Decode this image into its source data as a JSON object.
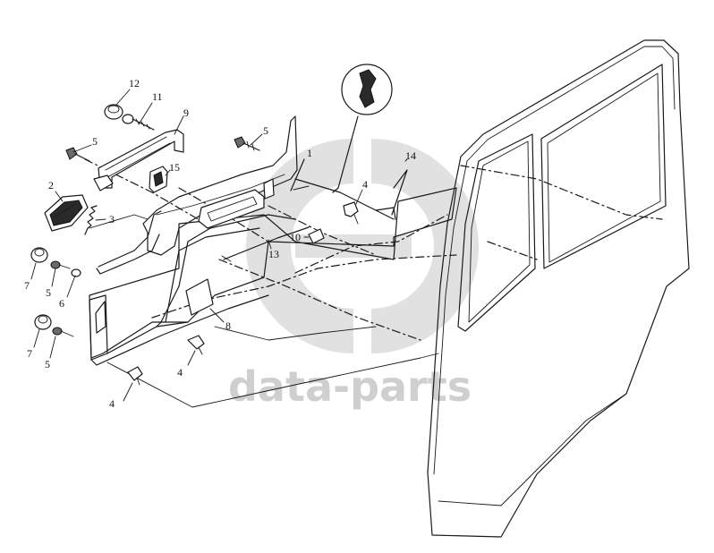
{
  "watermark": {
    "text": "data-parts"
  },
  "callouts": [
    {
      "id": "c12",
      "label": "12"
    },
    {
      "id": "c11",
      "label": "11"
    },
    {
      "id": "c9",
      "label": "9"
    },
    {
      "id": "c5a",
      "label": "5"
    },
    {
      "id": "c5b",
      "label": "5"
    },
    {
      "id": "c15",
      "label": "15"
    },
    {
      "id": "c1",
      "label": "1"
    },
    {
      "id": "c14",
      "label": "14"
    },
    {
      "id": "c2",
      "label": "2"
    },
    {
      "id": "c3",
      "label": "3"
    },
    {
      "id": "c4a",
      "label": "4"
    },
    {
      "id": "c10",
      "label": "10"
    },
    {
      "id": "c13",
      "label": "13"
    },
    {
      "id": "c7a",
      "label": "7"
    },
    {
      "id": "c5c",
      "label": "5"
    },
    {
      "id": "c6",
      "label": "6"
    },
    {
      "id": "c8",
      "label": "8"
    },
    {
      "id": "c7b",
      "label": "7"
    },
    {
      "id": "c5d",
      "label": "5"
    },
    {
      "id": "c4b",
      "label": "4"
    },
    {
      "id": "c4c",
      "label": "4"
    }
  ]
}
